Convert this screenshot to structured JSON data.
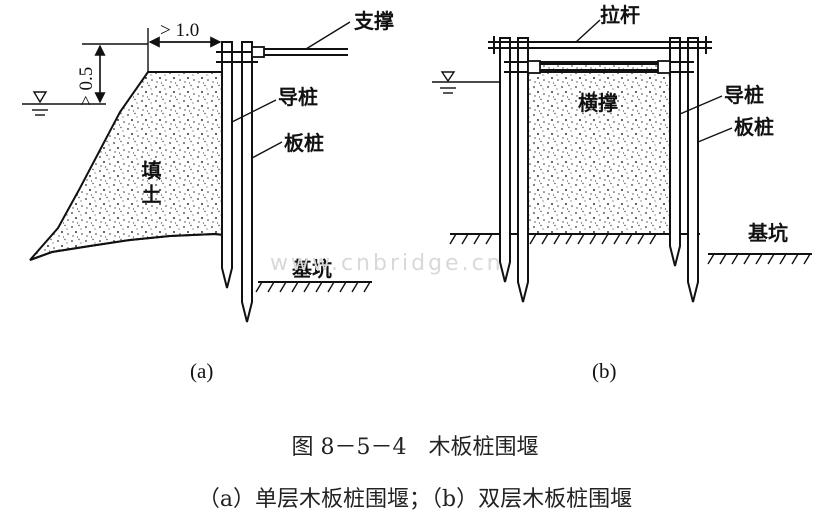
{
  "figure": {
    "a": {
      "dim_horizontal": "> 1.0",
      "dim_vertical": "> 0.5",
      "label_brace": "支撑",
      "label_guide_pile": "导桩",
      "label_sheet_pile": "板桩",
      "label_fill": "填土",
      "label_pit": "基坑",
      "sub_caption": "(a)"
    },
    "b": {
      "label_tie_rod": "拉杆",
      "label_cross_brace": "横撑",
      "label_guide_pile": "导桩",
      "label_sheet_pile": "板桩",
      "label_pit": "基坑",
      "sub_caption": "(b)"
    },
    "watermark": "www.cnbridge.cn",
    "caption_title": "图 8－5－4　木板桩围堰",
    "caption_sub": "（a）单层木板桩围堰；（b）双层木板桩围堰"
  }
}
